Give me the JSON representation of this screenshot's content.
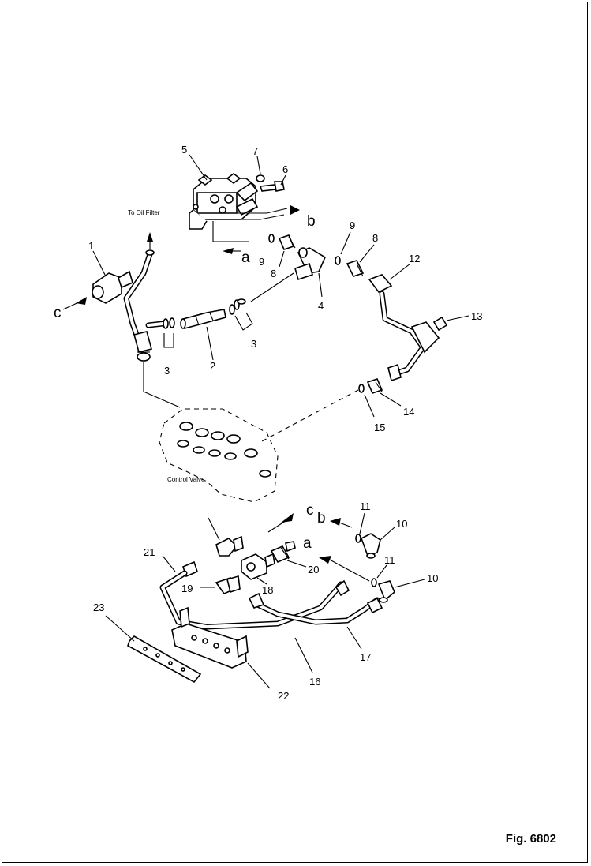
{
  "figure": {
    "label": "Fig. 6802"
  },
  "annotations": {
    "to_oil_filter": "To Oil Filter",
    "control_valve": "Control Valve"
  },
  "connection_letters": {
    "a": "a",
    "b": "b",
    "c": "c"
  },
  "parts": {
    "p1": "1",
    "p2": "2",
    "p3": "3",
    "p4": "4",
    "p5": "5",
    "p6": "6",
    "p7": "7",
    "p8": "8",
    "p9": "9",
    "p10": "10",
    "p11": "11",
    "p12": "12",
    "p13": "13",
    "p14": "14",
    "p15": "15",
    "p16": "16",
    "p17": "17",
    "p18": "18",
    "p19": "19",
    "p20": "20",
    "p21": "21",
    "p22": "22",
    "p23": "23"
  }
}
